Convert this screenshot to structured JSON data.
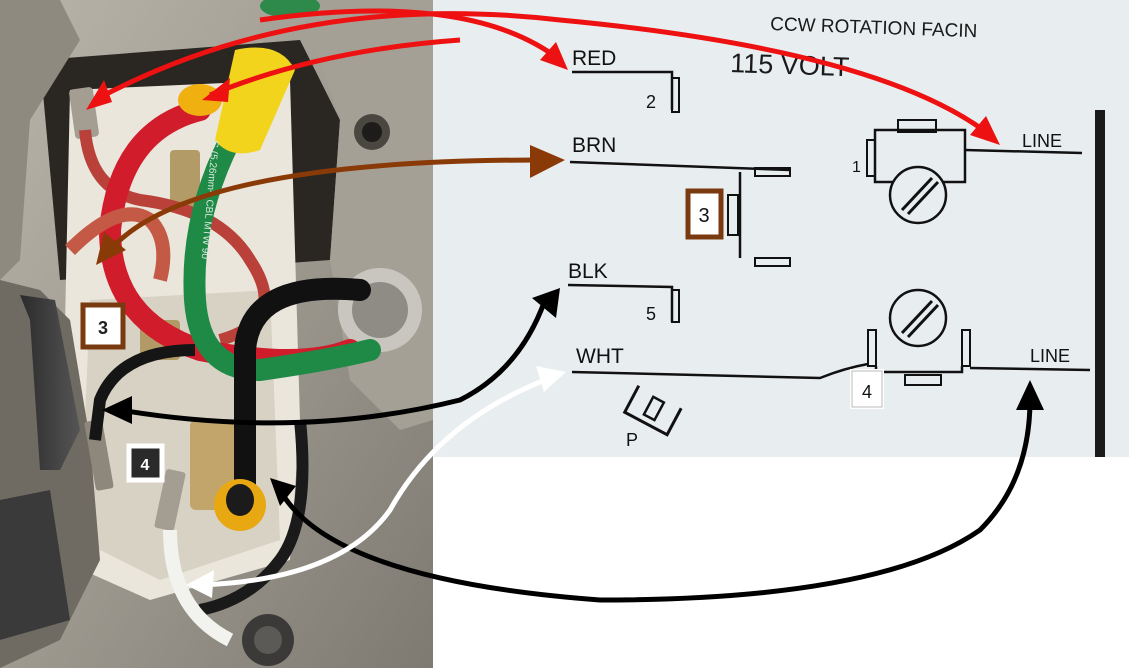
{
  "diagram": {
    "header": {
      "rotation": "CCW ROTATION FACIN",
      "voltage": "115 VOLT"
    },
    "wire_labels": {
      "red": "RED",
      "brn": "BRN",
      "blk": "BLK",
      "wht": "WHT"
    },
    "terminal_numbers": {
      "red": "2",
      "brn": "3",
      "blk": "5",
      "line_top": "1",
      "wht": "4"
    },
    "line_labels": {
      "top": "LINE",
      "bottom": "LINE"
    },
    "switch_label": "P"
  },
  "photo": {
    "terminal_badges": {
      "brn": "3",
      "wht": "4"
    },
    "wire_print": "G (5.26mm²) CBL MTW 90"
  },
  "colors": {
    "red_arrow": "#ee1111",
    "brown_arrow": "#8a3a06",
    "black_arrow": "#000000",
    "white_arrow": "#ffffff",
    "brn_badge_border": "#7a3a10",
    "wht_badge_border": "#ffffff",
    "diagram_background": "#e8eef0",
    "photo_casting": "#a39e92"
  }
}
